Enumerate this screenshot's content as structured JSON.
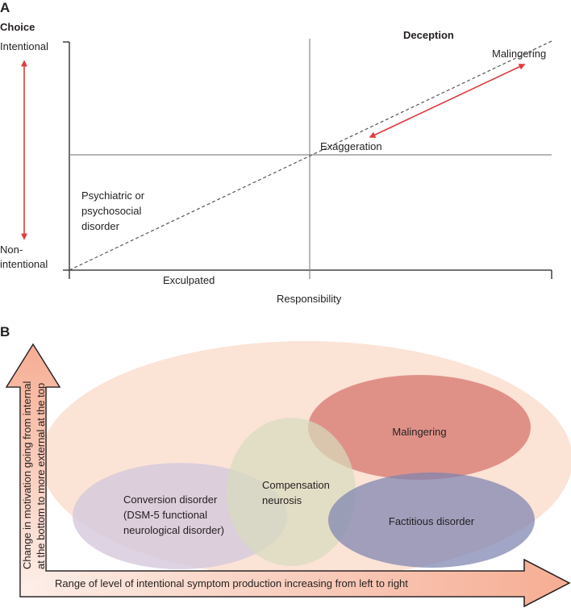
{
  "panel_a": {
    "panel_label": "A",
    "y_axis_title": "Choice",
    "y_top_label": "Intentional",
    "y_bottom_label_line1": "Non-",
    "y_bottom_label_line2": "intentional",
    "x_axis_title": "Responsibility",
    "x_left_label": "Exculpated",
    "quadrant_top_right_title": "Deception",
    "psychiatric_line1": "Psychiatric or",
    "psychiatric_line2": "psychosocial",
    "psychiatric_line3": "disorder",
    "exaggeration_label": "Exaggeration",
    "malingering_label": "Malingering",
    "colors": {
      "arrow": "#e03a3e",
      "axis": "#231f20",
      "midline": "#8a8a8a",
      "dashed": "#555555"
    }
  },
  "panel_b": {
    "panel_label": "B",
    "y_arrow_line1": "Change in motivation going from internal",
    "y_arrow_line2": "at the bottom to more external at the top",
    "x_arrow_label": "Range of level of intentional symptom production increasing from left to right",
    "sets": [
      {
        "name": "malingering",
        "line1": "Malingering",
        "line2": "",
        "line3": "",
        "color": "#d5756d"
      },
      {
        "name": "factitious",
        "line1": "Factitious disorder",
        "line2": "",
        "line3": "",
        "color": "#7d83b0"
      },
      {
        "name": "conversion",
        "line1": "Conversion disorder",
        "line2": "(DSM-5 functional",
        "line3": "neurological disorder)",
        "color": "#d4c8dc"
      },
      {
        "name": "compensation",
        "line1": "Compensation",
        "line2": "neurosis",
        "line3": "",
        "color": "#d7dcbd"
      }
    ],
    "colors": {
      "background_ellipse": "#fbe3d6",
      "arrow_fill": "#f6b49c",
      "arrow_stroke": "#231f20"
    }
  }
}
